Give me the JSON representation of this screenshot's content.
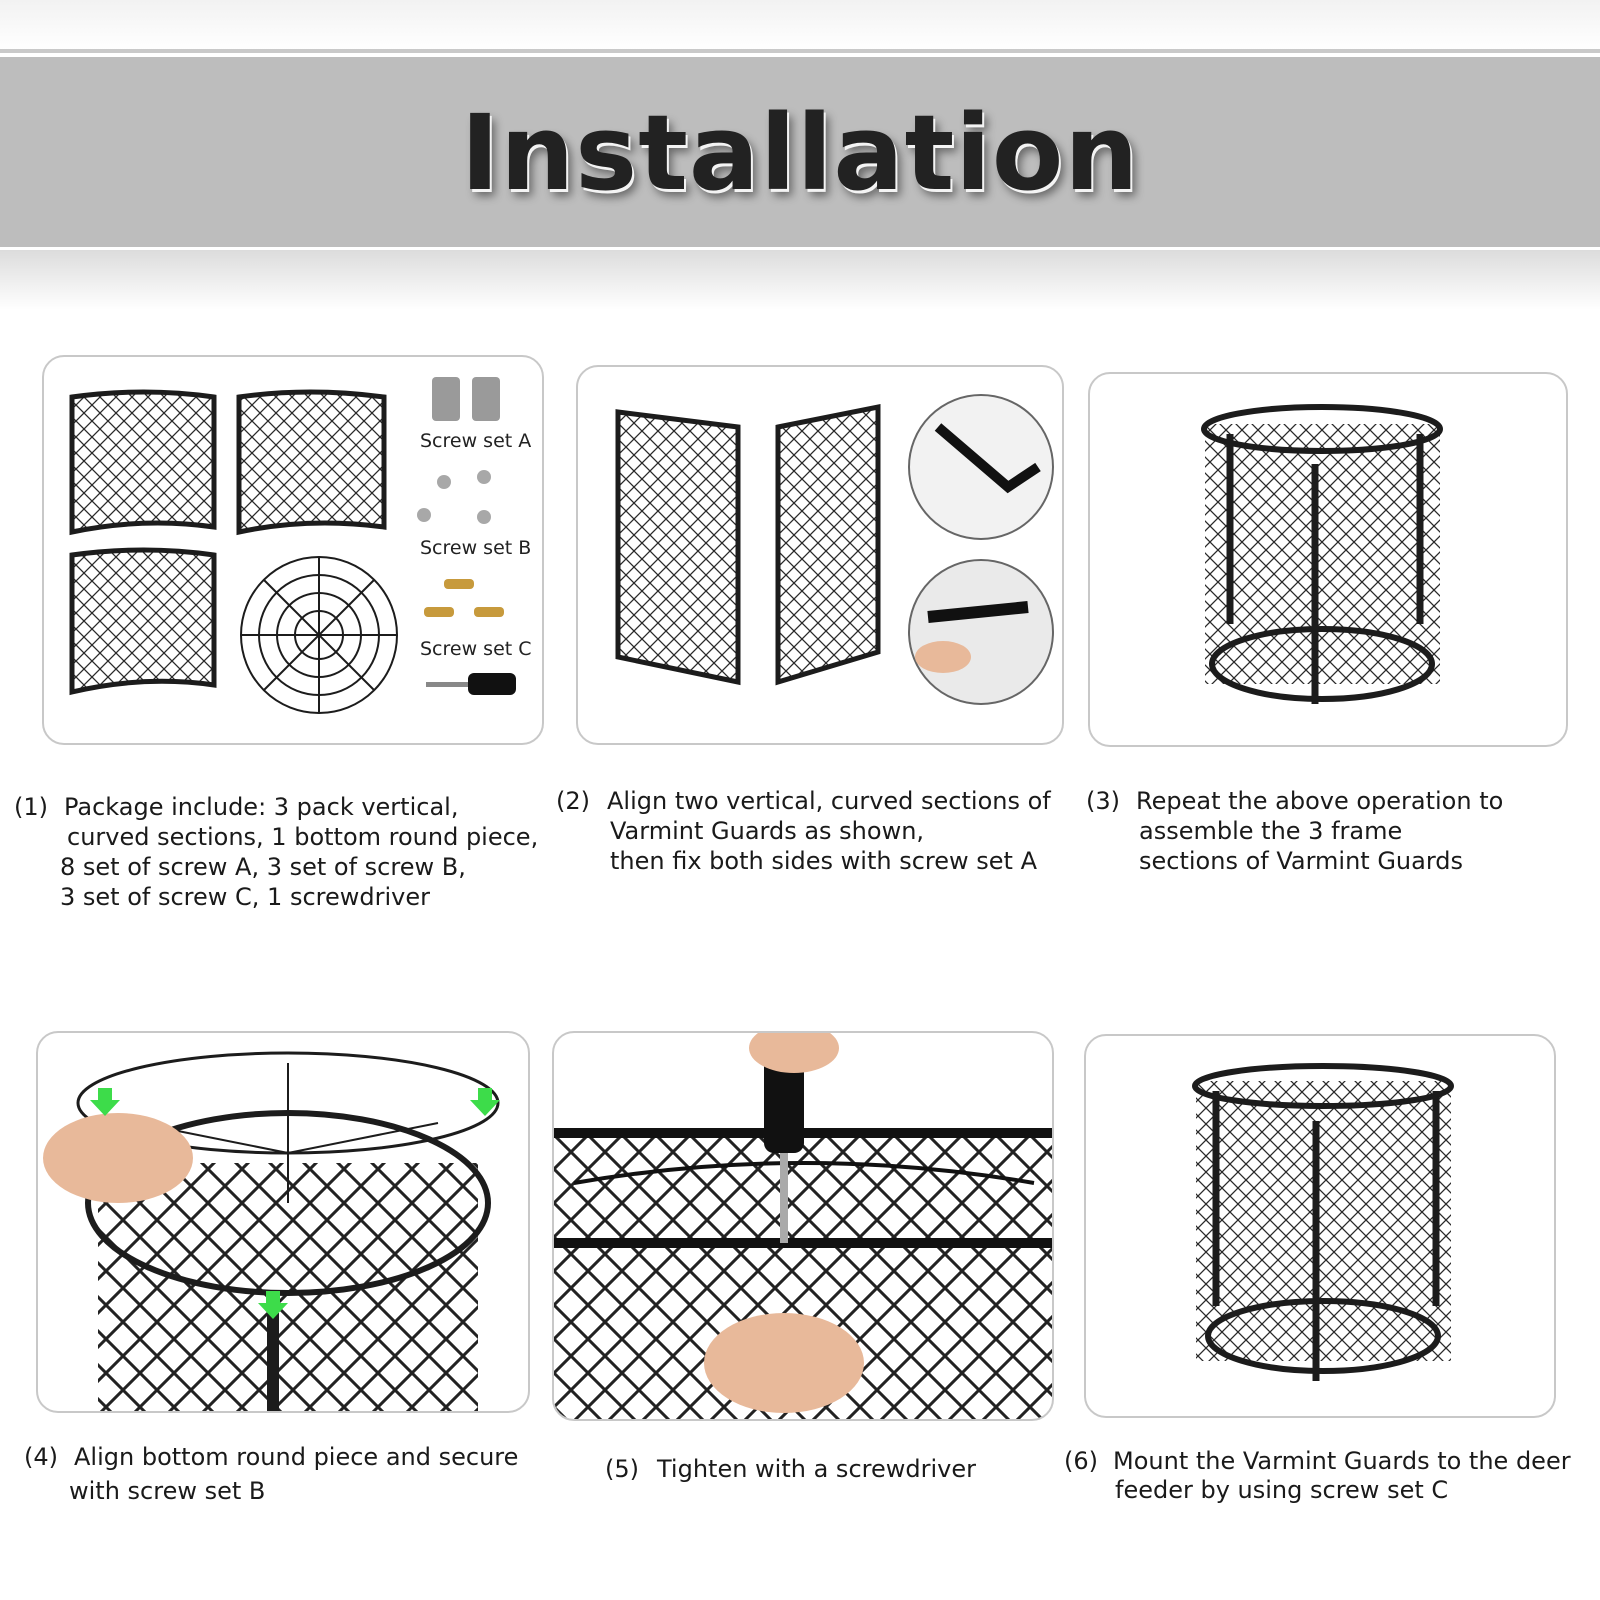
{
  "header": {
    "title": "Installation"
  },
  "steps": [
    {
      "number": "(1)",
      "lines": [
        "Package include: 3 pack vertical,",
        "curved sections, 1 bottom round piece,",
        "8 set of screw A, 3 set of screw B,",
        "3 set of screw C, 1 screwdriver"
      ]
    },
    {
      "number": "(2)",
      "lines": [
        "Align two vertical, curved sections of",
        "Varmint Guards as shown,",
        "then fix both sides with screw set A"
      ]
    },
    {
      "number": "(3)",
      "lines": [
        "Repeat the above operation to",
        "assemble the 3 frame",
        "sections of Varmint Guards"
      ]
    },
    {
      "number": "(4)",
      "lines": [
        "Align bottom round piece and secure",
        "with screw set B"
      ]
    },
    {
      "number": "(5)",
      "lines": [
        "Tighten with a screwdriver"
      ]
    },
    {
      "number": "(6)",
      "lines": [
        "Mount the Varmint Guards to the deer",
        "feeder by using screw set C"
      ]
    }
  ],
  "parts_labels": {
    "screw_a": "Screw set A",
    "screw_b": "Screw set B",
    "screw_c": "Screw set C"
  },
  "colors": {
    "banner": "#bdbdbd",
    "frame": "#1c1c1c",
    "arrow": "#3ddc4a",
    "skin": "#e8b99a"
  }
}
